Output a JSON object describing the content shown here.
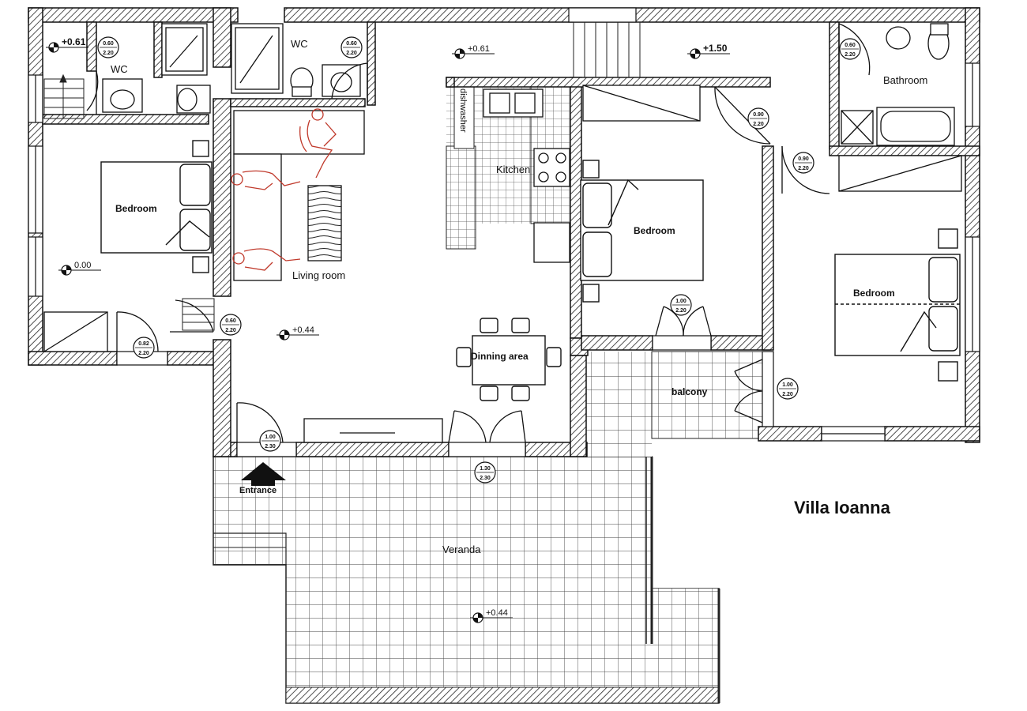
{
  "title": "Villa Ioanna",
  "rooms": {
    "wc_left": "WC",
    "wc_mid": "WC",
    "bathroom": "Bathroom",
    "bedroom_left": "Bedroom",
    "bedroom_center": "Bedroom",
    "bedroom_right": "Bedroom",
    "kitchen": "Kitchen",
    "dishwasher": "dishwasher",
    "living_room": "Living room",
    "dining_area": "Dinning area",
    "balcony": "balcony",
    "veranda": "Veranda",
    "entrance": "Entrance"
  },
  "levels": {
    "topleft": "+0.61",
    "topmid": "+0.61",
    "stair": "+1.50",
    "left_bedroom": "0.00",
    "living": "+0.44",
    "veranda": "+0.44"
  },
  "doors": {
    "d1": [
      "0.60",
      "2.20"
    ],
    "d2": [
      "0.60",
      "2.20"
    ],
    "d3": [
      "0.60",
      "2.20"
    ],
    "d4": [
      "0.90",
      "2.20"
    ],
    "d5": [
      "0.90",
      "2.20"
    ],
    "d6": [
      "0.60",
      "2.20"
    ],
    "d7": [
      "0.82",
      "2.20"
    ],
    "d8": [
      "1.00",
      "2.30"
    ],
    "d9": [
      "1.30",
      "2.30"
    ],
    "d10": [
      "1.00",
      "2.20"
    ],
    "d11": [
      "1.00",
      "2.20"
    ]
  }
}
